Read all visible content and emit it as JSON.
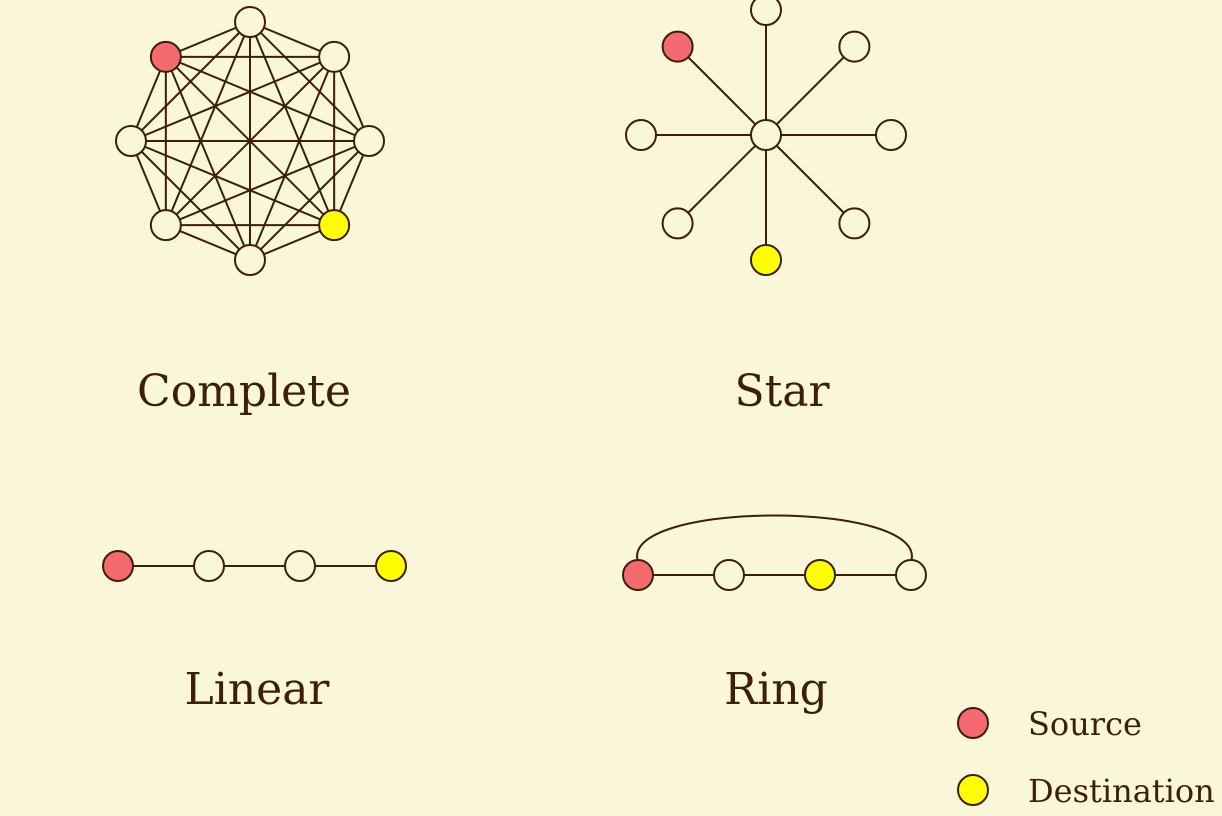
{
  "colors": {
    "background": "#f9f6da",
    "stroke": "#3d1f05",
    "text": "#3d1f05",
    "node_default": "#f9f6da",
    "node_source": "#f56a70",
    "node_destination": "#ffff00"
  },
  "diagrams": {
    "complete": {
      "label": "Complete",
      "nodes": [
        "default",
        "default",
        "default",
        "destination",
        "default",
        "default",
        "default",
        "source"
      ],
      "connectivity": "all-to-all"
    },
    "star": {
      "label": "Star",
      "hub": "default",
      "leaves": [
        "default",
        "default",
        "default",
        "default",
        "destination",
        "default",
        "default",
        "source"
      ]
    },
    "linear": {
      "label": "Linear",
      "nodes": [
        "source",
        "default",
        "default",
        "destination"
      ]
    },
    "ring": {
      "label": "Ring",
      "nodes": [
        "source",
        "default",
        "destination",
        "default"
      ]
    }
  },
  "legend": {
    "source_label": "Source",
    "destination_label": "Destination"
  }
}
